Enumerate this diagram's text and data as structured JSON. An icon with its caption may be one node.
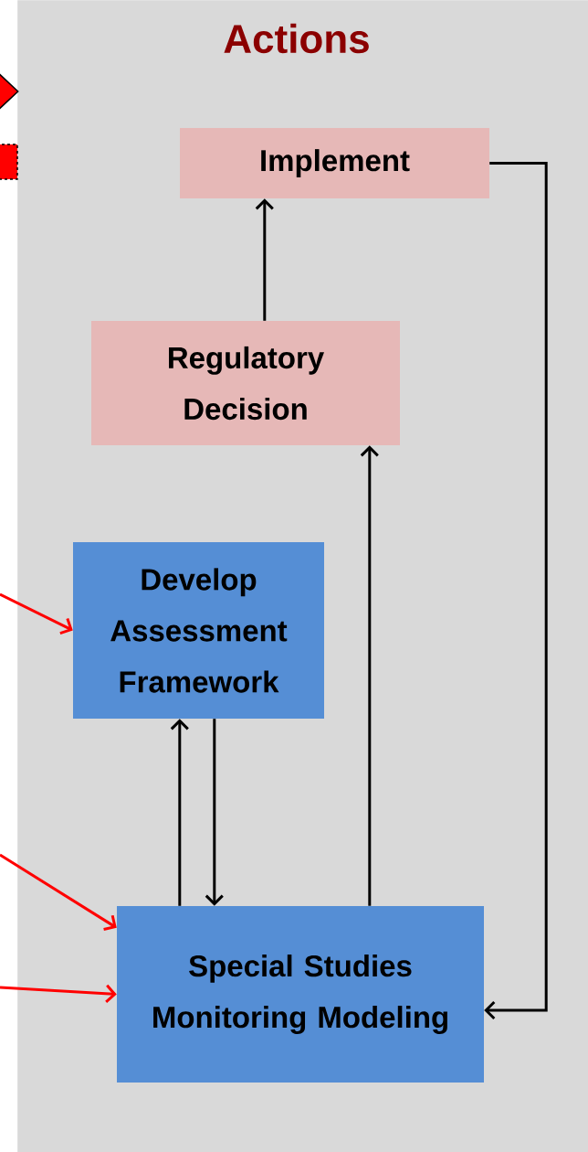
{
  "diagram": {
    "nodes": [
      {
        "text": [
          "Actions"
        ]
      },
      {
        "text": [
          "Implement"
        ],
        "in": 0
      },
      {
        "text": [
          "Regulatory Decision"
        ],
        "in": 0
      },
      {
        "text": [
          "Develop Assessment Framework"
        ],
        "in": 0
      },
      {
        "text": [
          "Special Studies Monitoring Modeling"
        ],
        "in": 0
      },
      {
        "text": [],
        "shape": "diamond"
      },
      {
        "text": [],
        "shape": "box"
      }
    ],
    "edges": [
      {
        "from": 2,
        "to": 1,
        "arrow": "to"
      },
      {
        "from": 4,
        "to": 3,
        "arrow": "to"
      },
      {
        "from": 3,
        "to": 4,
        "arrow": "to"
      },
      {
        "from": 4,
        "to": 2,
        "arrow": "to"
      },
      {
        "from": 1,
        "to": 4,
        "arrow": "to"
      },
      {
        "from": null,
        "to": 3,
        "arrow": "to",
        "color": "#ff0000"
      },
      {
        "from": null,
        "to": 4,
        "arrow": "to",
        "color": "#ff0000"
      },
      {
        "from": null,
        "to": 4,
        "arrow": "to",
        "color": "#ff0000"
      }
    ]
  }
}
